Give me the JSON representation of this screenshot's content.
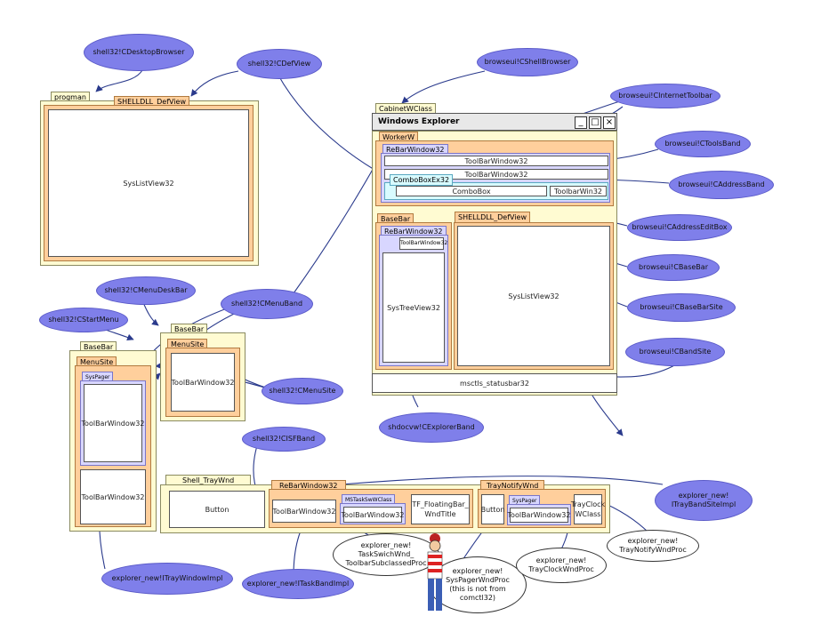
{
  "windows": {
    "desktop": {
      "progman": "progman",
      "defview": "SHELLDLL_DefView",
      "listview": "SysListView32"
    },
    "explorer": {
      "cabinet": "CabinetWClass",
      "title": "Windows Explorer",
      "worker": "WorkerW",
      "rebar": "ReBarWindow32",
      "toolbar1": "ToolBarWindow32",
      "toolbar2": "ToolBarWindow32",
      "comboex": "ComboBoxEx32",
      "combo": "ComboBox",
      "toolbarwin": "ToolbarWin32",
      "basebar": "BaseBar",
      "defview": "SHELLDLL_DefView",
      "rebar2": "ReBarWindow32",
      "toolbar3": "ToolBarWindow32",
      "treeview": "SysTreeView32",
      "listview": "SysListView32",
      "statusbar": "msctls_statusbar32"
    },
    "startmenu": {
      "basebar": "BaseBar",
      "menusite": "MenuSite",
      "syspager": "SysPager",
      "toolbar1": "ToolBarWindow32",
      "toolbar2": "ToolBarWindow32",
      "basebar2": "BaseBar",
      "menusite2": "MenuSite",
      "toolbar3": "ToolBarWindow32"
    },
    "tray": {
      "shelltray": "Shell_TrayWnd",
      "button": "Button",
      "rebar": "ReBarWindow32",
      "tb_rebar": "ToolBarWindow32",
      "mstask": "MSTaskSwWClass",
      "tb_task": "ToolBarWindow32",
      "floating": "TF_FloatingBar_\nWndTitle",
      "notify": "TrayNotifyWnd",
      "notify_button": "Button",
      "syspager": "SysPager",
      "tb_notify": "ToolBarWindow32",
      "clock": "TrayClock\nWClass"
    }
  },
  "classes": {
    "desktopbrowser": "shell32!CDesktopBrowser",
    "defview": "shell32!CDefView",
    "shellbrowser": "browseui!CShellBrowser",
    "internettoolbar": "browseui!CInternetToolbar",
    "toolsband": "browseui!CToolsBand",
    "addressband": "browseui!CAddressBand",
    "addresseditbox": "browseui!CAddressEditBox",
    "basebar": "browseui!CBaseBar",
    "basebarsite": "browseui!CBaseBarSite",
    "bandsite": "browseui!CBandSite",
    "explorerband": "shdocvw!CExplorerBand",
    "menudeskbar": "shell32!CMenuDeskBar",
    "startmenu": "shell32!CStartMenu",
    "menuband": "shell32!CMenuBand",
    "menusite": "shell32!CMenuSite",
    "isfband": "shell32!CISFBand",
    "traywindowimpl": "explorer_new!ITrayWindowImpl",
    "taskbandimpl": "explorer_new!ITaskBandImpl",
    "traybandsiteimpl": "explorer_new!\nITrayBandSiteImpl"
  },
  "procs": {
    "taskswitch": "explorer_new!\nTaskSwichWnd_\nToolbarSubclassedProc",
    "syspager": "explorer_new!\nSysPagerWndProc\n(this is not from\ncomctl32)",
    "trayclock": "explorer_new!\nTrayClockWndProc",
    "traynotify": "explorer_new!\nTrayNotifyWndProc"
  },
  "colors": {
    "ellipse": "#7f7fea",
    "outer": "#fffbd2",
    "frame": "#ffcf9c",
    "rebar": "#d8d6ff",
    "wire": "#2a3a8c"
  }
}
